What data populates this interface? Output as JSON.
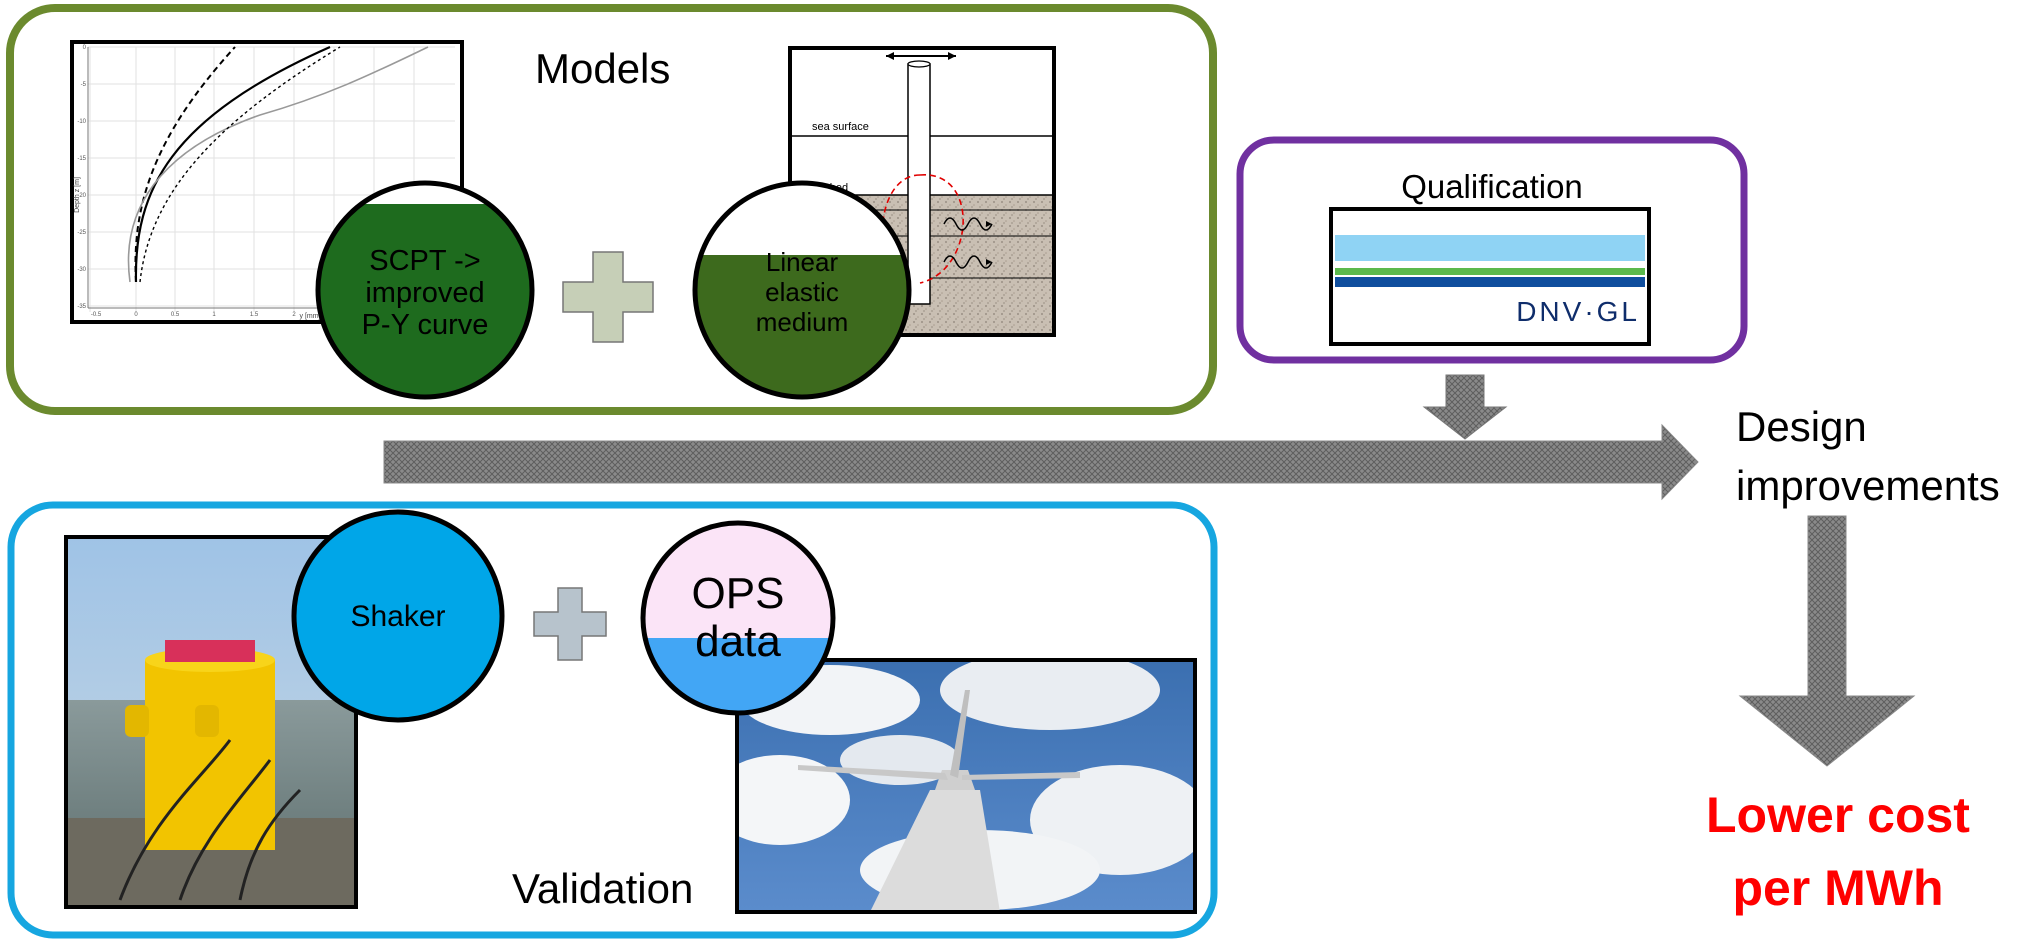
{
  "models": {
    "title": "Models",
    "py_plot": {
      "ylabel": "Depth z [m]",
      "xlabel": "y [mm]",
      "y_ticks": [
        "0",
        "-5",
        "-10",
        "-15",
        "-20",
        "-25",
        "-30",
        "-35"
      ],
      "x_ticks": [
        "-0.5",
        "0",
        "0.5",
        "1",
        "1.5",
        "2"
      ]
    },
    "scpt_circle_lines": [
      "SCPT ->",
      "improved",
      "P-Y curve"
    ],
    "pile_diagram": {
      "sea_surface": "sea surface",
      "seabed": "seabed"
    },
    "linear_circle_lines": [
      "Linear",
      "elastic",
      "medium"
    ]
  },
  "qualification": {
    "title": "Qualification",
    "logo_text": "DNV·GL"
  },
  "validation": {
    "title": "Validation",
    "shaker_label": "Shaker",
    "ops_lines": [
      "OPS",
      "data"
    ]
  },
  "outcome": {
    "design_lines": [
      "Design",
      "improvements"
    ],
    "result_lines": [
      "Lower cost",
      "per MWh"
    ]
  },
  "colors": {
    "models_border": "#6b8a2e",
    "qualification_border": "#7030a0",
    "validation_border": "#16a6e0",
    "circle_dark_green": "#1e6b1e",
    "circle_blue": "#00a6e8",
    "result_red": "#ff0000"
  }
}
